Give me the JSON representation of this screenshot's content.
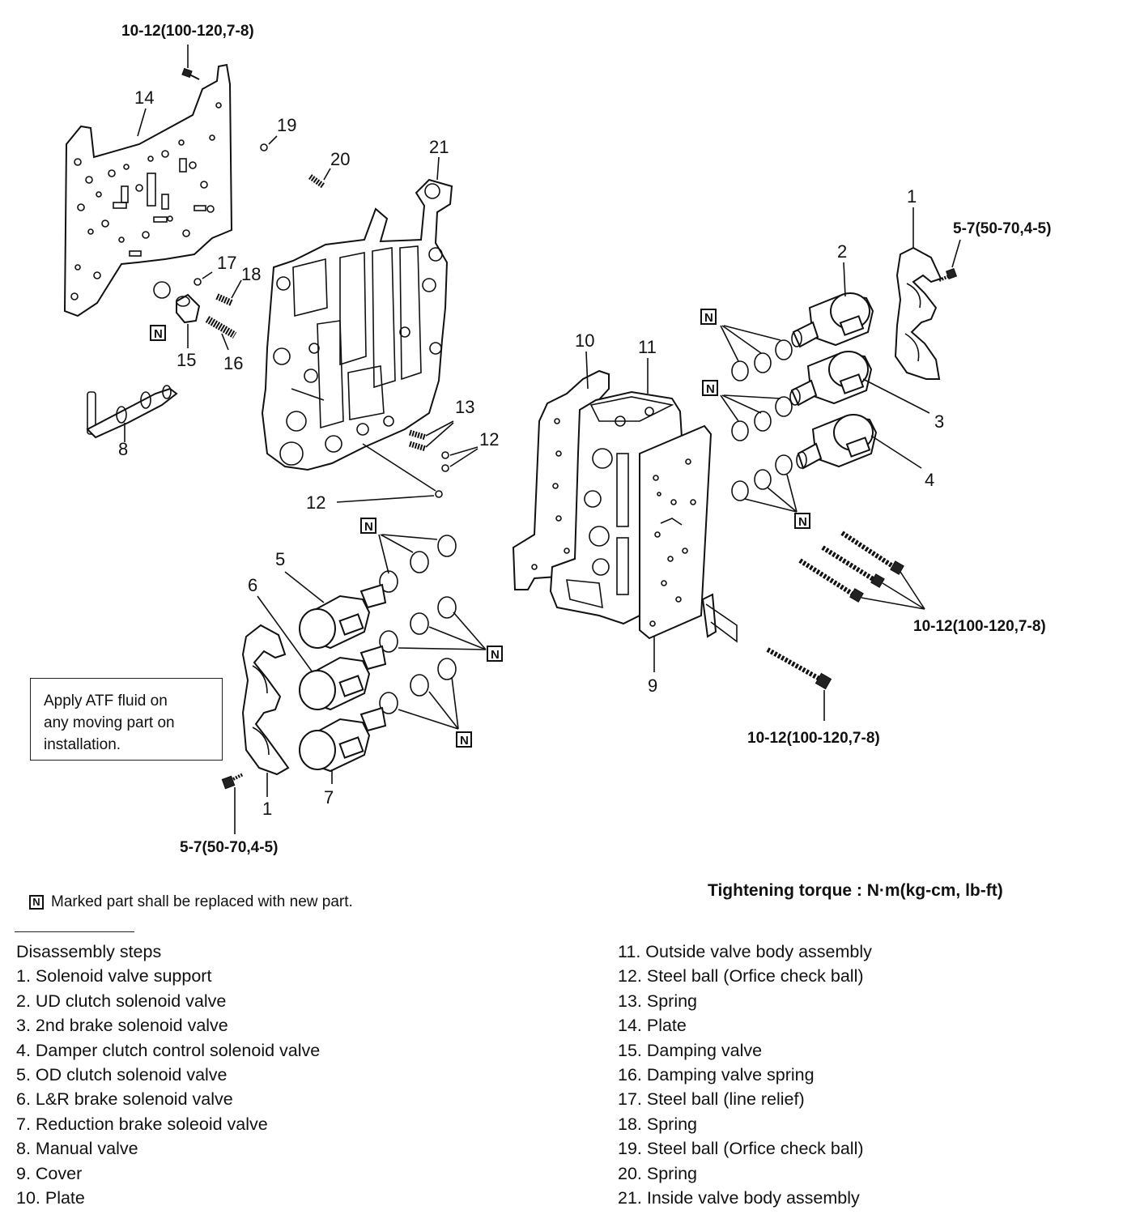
{
  "torque_labels": {
    "top_left": "10-12(100-120,7-8)",
    "right_upper": "5-7(50-70,4-5)",
    "right_bolts": "10-12(100-120,7-8)",
    "bottom_right": "10-12(100-120,7-8)",
    "bottom_left": "5-7(50-70,4-5)"
  },
  "part_callouts": [
    "14",
    "19",
    "20",
    "21",
    "17",
    "18",
    "15",
    "16",
    "8",
    "13",
    "12",
    "12",
    "1",
    "2",
    "3",
    "4",
    "10",
    "11",
    "9",
    "5",
    "6",
    "7",
    "1"
  ],
  "new_part_marker": "N",
  "note": {
    "line1": "Apply ATF fluid on",
    "line2": "any moving part on",
    "line3": "installation."
  },
  "legend": {
    "replace_text": "Marked part shall be replaced with new part.",
    "torque_text": "Tightening torque : N·m(kg-cm, lb-ft)"
  },
  "steps": {
    "title": "Disassembly steps",
    "left": [
      "1. Solenoid valve support",
      "2. UD clutch solenoid valve",
      "3. 2nd brake solenoid valve",
      "4. Damper clutch control solenoid valve",
      "5. OD clutch solenoid valve",
      "6. L&R brake solenoid valve",
      "7. Reduction brake soleoid valve",
      "8. Manual valve",
      "9. Cover",
      "10. Plate"
    ],
    "right": [
      "11. Outside valve body assembly",
      "12. Steel ball (Orfice check ball)",
      "13. Spring",
      "14. Plate",
      "15. Damping valve",
      "16. Damping valve spring",
      "17. Steel ball (line relief)",
      "18. Spring",
      "19. Steel ball (Orfice check ball)",
      "20. Spring",
      "21. Inside valve body assembly"
    ]
  }
}
